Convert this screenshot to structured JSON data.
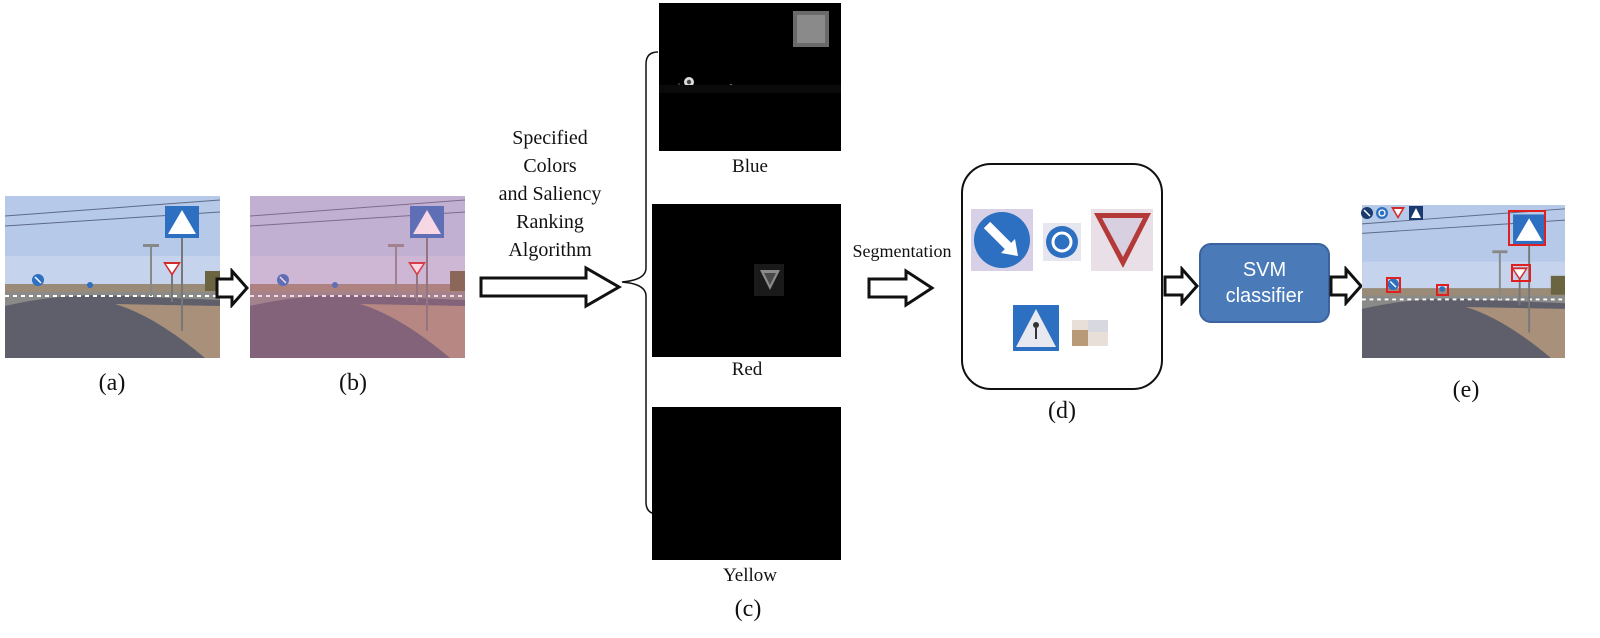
{
  "captions": {
    "a": "(a)",
    "b": "(b)",
    "c": "(c)",
    "d": "(d)",
    "e": "(e)"
  },
  "process_text": [
    "Specified",
    "Colors",
    "and Saliency",
    "Ranking",
    "Algorithm"
  ],
  "channels": {
    "blue": "Blue",
    "red": "Red",
    "yellow": "Yellow"
  },
  "segmentation_label": "Segmentation",
  "svm": [
    "SVM",
    "classifier"
  ],
  "colors": {
    "svm_fill": "#4a7ab8",
    "sign_blue": "#2d6fc0",
    "sign_red": "#d42a2a",
    "sky": "#b9cbe6",
    "road": "#5a5a6a"
  }
}
